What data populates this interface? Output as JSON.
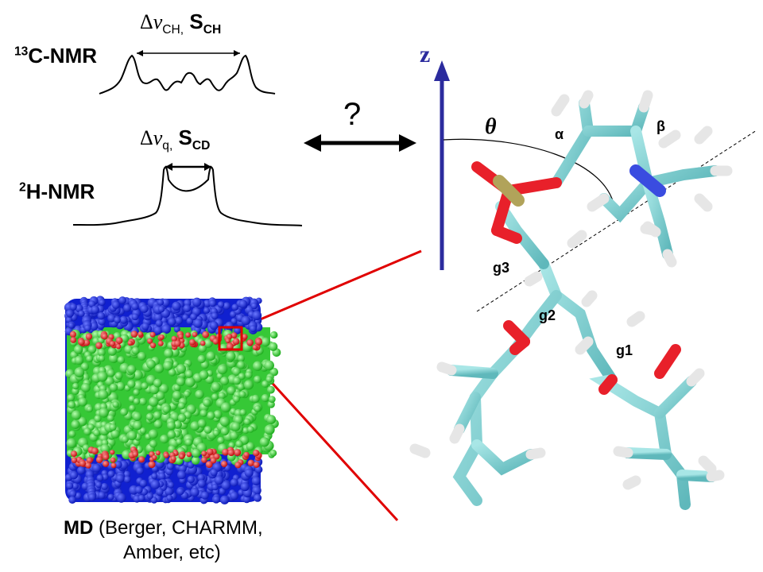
{
  "c13": {
    "label_sup": "13",
    "label_main": "C-NMR",
    "delta": "Δ",
    "nu": "ν",
    "nu_sub": "CH,",
    "order_main": "S",
    "order_sub": "CH"
  },
  "h2": {
    "label_sup": "2",
    "label_main": "H-NMR",
    "delta": "Δ",
    "nu": "ν",
    "nu_sub": "q,",
    "order_main": "S",
    "order_sub": "CD"
  },
  "question": "?",
  "md": {
    "bold": "MD",
    "rest_line1": " (Berger, CHARMM,",
    "line2": "Amber, etc)"
  },
  "axis_label": "z",
  "angle_label": "θ",
  "atom_labels": {
    "alpha": "α",
    "beta": "β",
    "g3": "g3",
    "g2": "g2",
    "g1": "g1"
  },
  "colors": {
    "axis": "#2b2b9e",
    "highlight": "#e00000",
    "carbon": "#7fcfd0",
    "oxygen": "#e8202a",
    "phosphorus": "#b1a35a",
    "nitrogen": "#3a4ce0",
    "hydrogen": "#e6e6e6",
    "headgroup": "#1020d0",
    "tails": "#40e040"
  },
  "icons": [
    "double-arrow",
    "spectrum-13c",
    "spectrum-2h",
    "membrane-snapshot",
    "molecule-model"
  ]
}
